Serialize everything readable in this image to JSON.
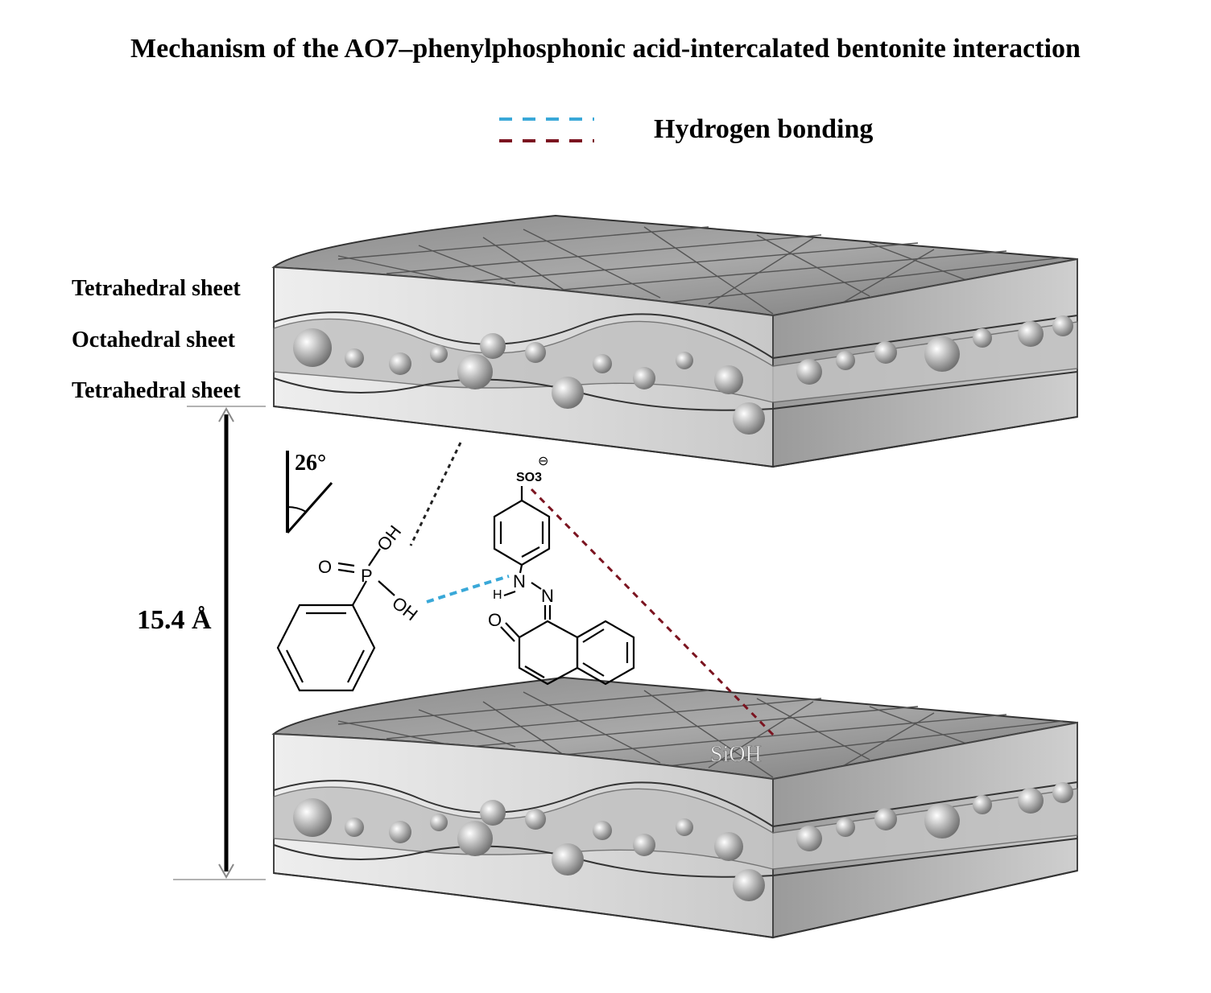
{
  "title": "Mechanism of the AO7–phenylphosphonic acid-intercalated bentonite interaction",
  "legend": {
    "label": "Hydrogen bonding",
    "colors": {
      "blue": "#39a8d8",
      "red": "#7b1420"
    }
  },
  "layers": {
    "tetrahedral_top": "Tetrahedral sheet",
    "octahedral": "Octahedral sheet",
    "tetrahedral_bottom": "Tetrahedral sheet"
  },
  "basal_spacing": "15.4 Å",
  "tilt_angle": "26°",
  "molecules": {
    "phosphonic": {
      "oh_top": "OH",
      "oh_bottom": "OH",
      "phosphorus": "P",
      "oxygen": "O"
    },
    "ao7": {
      "sulfonate": "SO3",
      "charge": "⊖",
      "amine_n": "N",
      "amine_h": "H",
      "azo_n": "N",
      "carbonyl_o": "O"
    }
  },
  "surface_group": "SiOH"
}
